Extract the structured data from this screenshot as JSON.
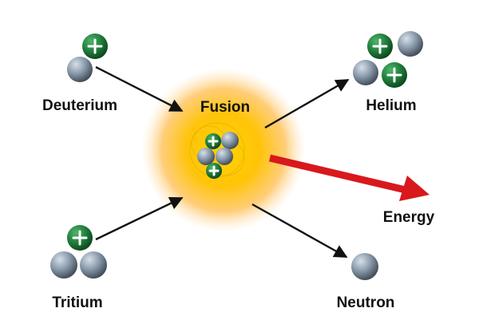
{
  "labels": {
    "deuterium": "Deuterium",
    "tritium": "Tritium",
    "fusion": "Fusion",
    "helium": "Helium",
    "energy": "Energy",
    "neutron": "Neutron"
  },
  "colors": {
    "proton": "#1f7a3a",
    "neutron": "#7f8fa0",
    "glow_core": "#ffd600",
    "glow_edge": "#ffb000",
    "energy_arrow": "#d8181c",
    "arrow": "#111111"
  }
}
